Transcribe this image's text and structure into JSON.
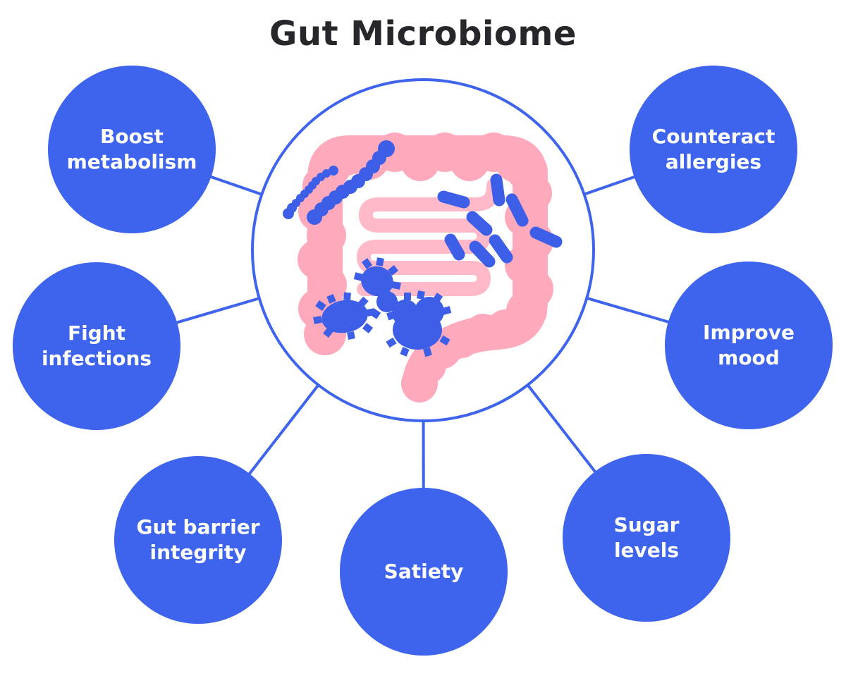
{
  "title": "Gut Microbiome",
  "center": {
    "icon": "intestines-with-bacteria-icon"
  },
  "nodes": [
    {
      "id": "boost-metabolism",
      "label": "Boost\nmetabolism"
    },
    {
      "id": "counteract-allergies",
      "label": "Counteract\nallergies"
    },
    {
      "id": "fight-infections",
      "label": "Fight\ninfections"
    },
    {
      "id": "improve-mood",
      "label": "Improve\nmood"
    },
    {
      "id": "gut-barrier-integrity",
      "label": "Gut barrier\nintegrity"
    },
    {
      "id": "satiety",
      "label": "Satiety"
    },
    {
      "id": "sugar-levels",
      "label": "Sugar\nlevels"
    }
  ],
  "colors": {
    "node_blue": "#3e63ec",
    "line_blue": "#3e63ec",
    "bacteria_blue": "#3d5fe8",
    "colon_pink": "#ffa9bd",
    "intestine_pink": "#ffb9c8",
    "title_dark": "#26262b",
    "background": "#ffffff",
    "node_text": "#ffffff"
  }
}
